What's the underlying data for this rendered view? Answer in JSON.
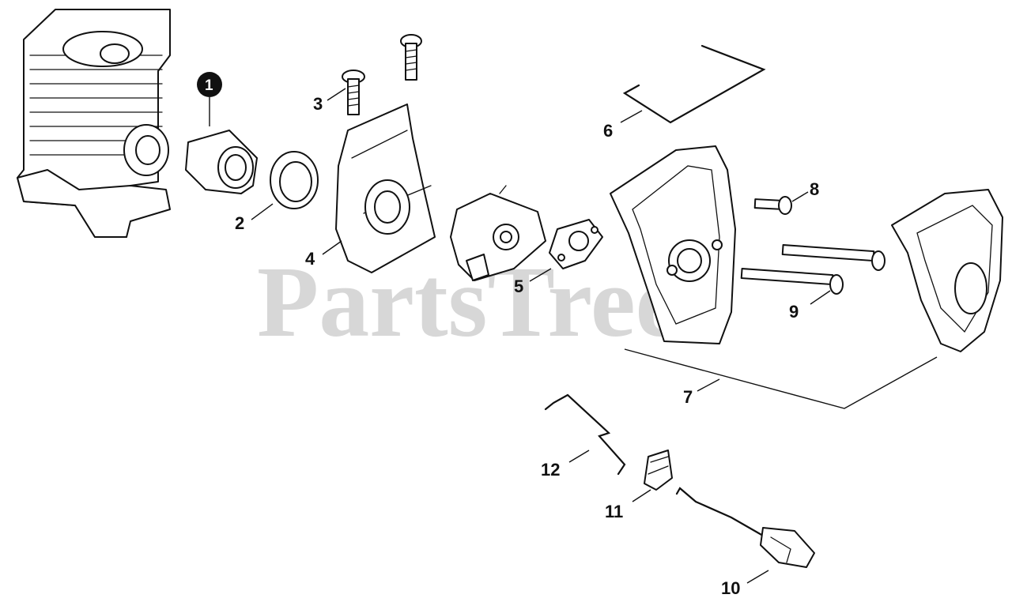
{
  "watermark": "PartsTree",
  "callouts": {
    "c1": "1",
    "c2": "2",
    "c3": "3",
    "c4": "4",
    "c5": "5",
    "c6": "6",
    "c7": "7",
    "c8": "8",
    "c9": "9",
    "c10": "10",
    "c11": "11",
    "c12": "12"
  }
}
